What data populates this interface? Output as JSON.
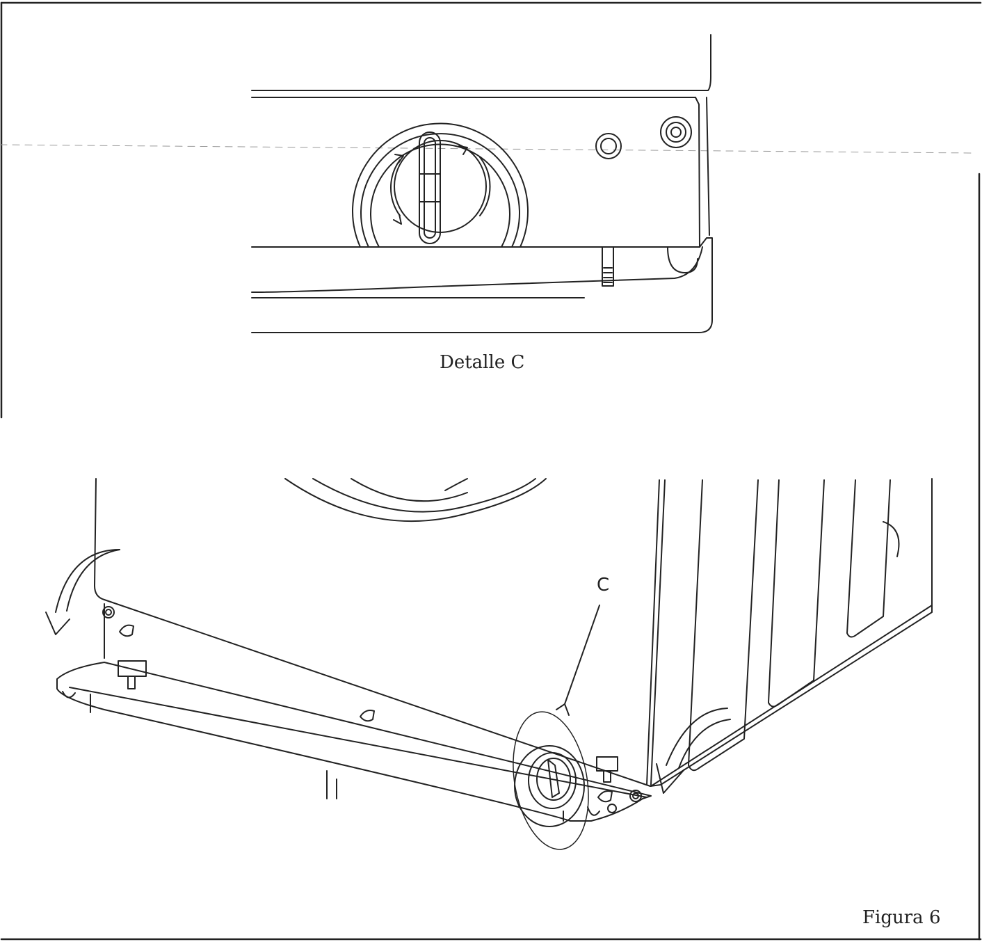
{
  "labels": {
    "detail_caption": "Detalle C",
    "callout": "C",
    "figure_caption": "Figura 6"
  }
}
